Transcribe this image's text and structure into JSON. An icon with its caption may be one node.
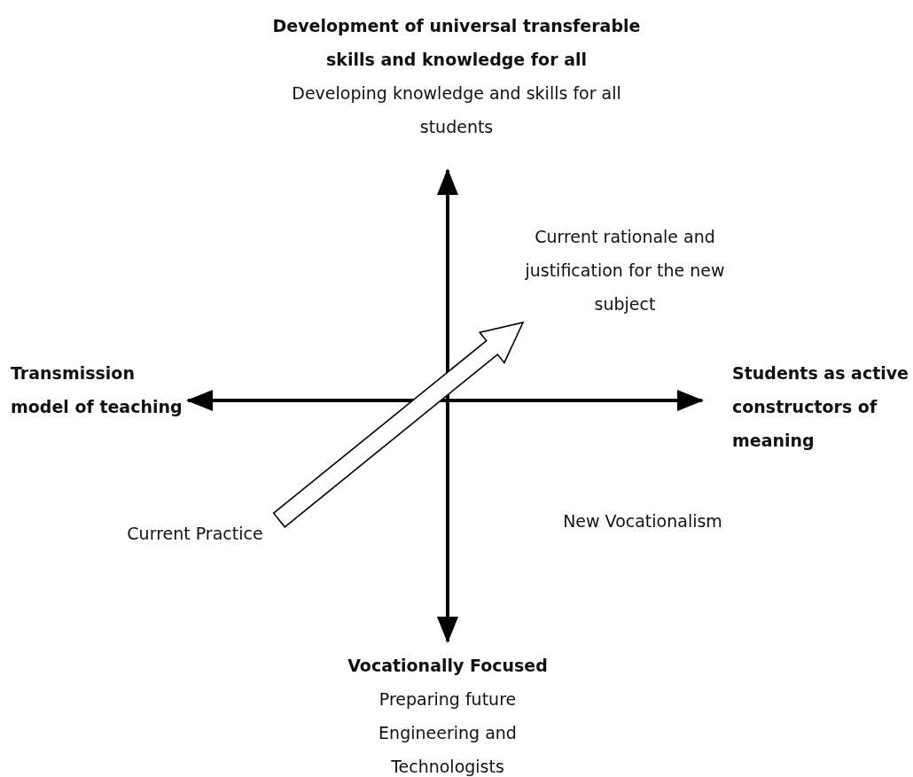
{
  "diagram": {
    "nodes": [
      {
        "text": [
          "Current Practice"
        ]
      },
      {
        "text": [
          "Current rationale and justification for the new subject"
        ]
      }
    ],
    "edges": [
      {
        "from": 0,
        "to": 1,
        "arrow": "to"
      }
    ],
    "labels": [
      "Development of universal transferable skills and knowledge for all",
      "Developing knowledge and skills for all students",
      "Transmission model of teaching",
      "Students as active constructors of meaning",
      "New Vocationalism",
      "Vocationally Focused",
      "Preparing future Engineering and Technologists"
    ]
  }
}
